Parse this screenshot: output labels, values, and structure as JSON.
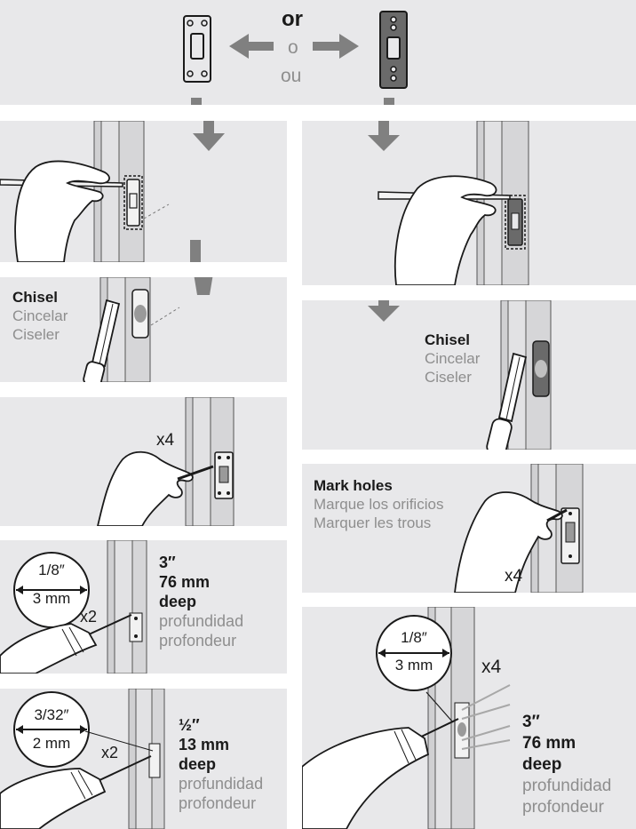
{
  "header": {
    "or": "or",
    "o": "o",
    "ou": "ou"
  },
  "left": {
    "chisel": {
      "title": "Chisel",
      "es": "Cincelar",
      "fr": "Ciseler"
    },
    "mark_count": "x4",
    "drill1": {
      "size": "1/8″",
      "mm": "3 mm",
      "count": "x2",
      "depth": "3″",
      "depth_mm": "76 mm",
      "deep": "deep",
      "es": "profundidad",
      "fr": "profondeur"
    },
    "drill2": {
      "size": "3/32″",
      "mm": "2 mm",
      "count": "x2",
      "depth": "½″",
      "depth_mm": "13 mm",
      "deep": "deep",
      "es": "profundidad",
      "fr": "profondeur"
    }
  },
  "right": {
    "chisel": {
      "title": "Chisel",
      "es": "Cincelar",
      "fr": "Ciseler"
    },
    "mark": {
      "title": "Mark holes",
      "es": "Marque los orificios",
      "fr": "Marquer les trous",
      "count": "x4"
    },
    "drill": {
      "size": "1/8″",
      "mm": "3 mm",
      "count": "x4",
      "depth": "3″",
      "depth_mm": "76 mm",
      "deep": "deep",
      "es": "profundidad",
      "fr": "profondeur"
    }
  },
  "colors": {
    "panel": "#e8e8ea",
    "arrow": "#808080",
    "ink": "#1a1a1a",
    "grey_text": "#8e8e8e"
  },
  "icons": [
    "strike-plate-icon",
    "arrow-icon",
    "hand-icon",
    "pencil-icon",
    "chisel-icon",
    "drill-icon"
  ]
}
